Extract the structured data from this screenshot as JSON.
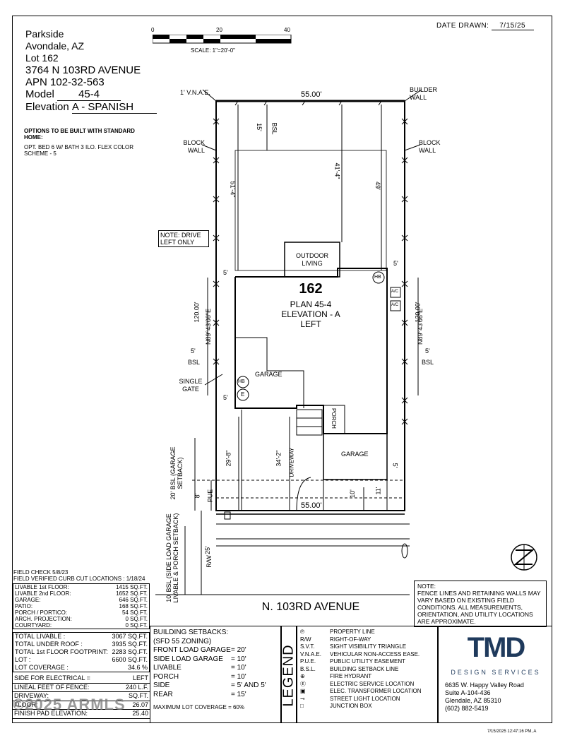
{
  "header": {
    "community": "Parkside",
    "city": "Avondale, AZ",
    "lot": "Lot 162",
    "address": "3764 N 103RD AVENUE",
    "apn": "APN 102-32-563",
    "model_label": "Model",
    "model_value": "45-4",
    "elevation_label": "Elevation",
    "elevation_value": "A - SPANISH",
    "options_title": "OPTIONS TO BE BUILT WITH STANDARD HOME:",
    "options_text": "OPT. BED 6 W/ BATH 3 ILO. FLEX COLOR SCHEME - 5",
    "date_label": "DATE DRAWN:",
    "date_value": "7/15/25"
  },
  "scale": {
    "ticks": [
      "0",
      "20",
      "40"
    ],
    "label": "SCALE: 1\"=20'-0\""
  },
  "plan": {
    "lot_number": "162",
    "plan_name": "PLAN 45-4",
    "elevation": "ELEVATION - A",
    "orientation": "LEFT",
    "rear_width": "55.00'",
    "front_width": "55.00'",
    "vnae": "1' V.N.A.E.",
    "builder_wall": "BUILDER WALL",
    "block_wall_left": "BLOCK WALL",
    "block_wall_right": "BLOCK WALL",
    "rear_bsl": "15'",
    "rear_bsl_label": "BSL",
    "dim_51": "51'-4\"",
    "dim_41": "41'-4\"",
    "dim_49": "49'",
    "note_drive": "NOTE: DRIVE LEFT ONLY",
    "outdoor_living": "OUTDOOR LIVING",
    "hb": "HB",
    "ac": "A/C",
    "depth_left": "120.00'",
    "bearing_left": "N89°43'08\"E",
    "depth_right": "120.00'",
    "bearing_right": "N89°43'08\"E",
    "side_left": "5'",
    "side_left_bsl": "BSL",
    "side_right": "5'",
    "side_right_bsl": "BSL",
    "gap_left": "5'",
    "gap_right": "5'",
    "garage1": "GARAGE",
    "garage2": "GARAGE",
    "porch": "PORCH",
    "single_gate": "SINGLE GATE",
    "e_symbol": "E",
    "dim_29": "29'-8\"",
    "dim_34": "34'-2\"",
    "driveway": "DRIVEWAY",
    "dim_10": "10'",
    "dim_11": "11'",
    "dim_5b": "5'",
    "bsl_20": "20' BSL (GARAGE SETBACK)",
    "pue_8": "8'",
    "pue": "PUE",
    "bsl_10": "10' BSL (SIDE LOAD GARAGE LIVABLE & PORCH SETBACK)",
    "rw_25": "25'",
    "rw": "R/W",
    "street": "N. 103RD AVENUE"
  },
  "field_check": {
    "line1": "FIELD CHECK 5/8/23",
    "line2": "FIELD VERIFIED CURB CUT LOCATIONS : 1/18/24"
  },
  "areas": [
    {
      "label": "LIVABLE 1st FLOOR:",
      "value": "1415 SQ.FT."
    },
    {
      "label": "LIVABLE 2nd FLOOR:",
      "value": "1652 SQ.FT."
    },
    {
      "label": "GARAGE:",
      "value": "646 SQ.FT."
    },
    {
      "label": "PATIO:",
      "value": "168 SQ.FT."
    },
    {
      "label": "PORCH / PORTICO:",
      "value": "54 SQ.FT."
    },
    {
      "label": "ARCH. PROJECTION:",
      "value": "0 SQ.FT."
    },
    {
      "label": "COURTYARD:",
      "value": "0 SQ.FT."
    }
  ],
  "totals": [
    {
      "label": "TOTAL LIVABLE :",
      "value": "3067 SQ.FT."
    },
    {
      "label": "TOTAL UNDER ROOF :",
      "value": "3935 SQ.FT."
    },
    {
      "label": "TOTAL 1st FLOOR FOOTPRINT:",
      "value": "2283 SQ.FT."
    },
    {
      "label": "LOT :",
      "value": "6600 SQ.FT."
    },
    {
      "label": "LOT COVERAGE :",
      "value": "34.6 %"
    }
  ],
  "misc": [
    {
      "label": "SIDE FOR ELECTRICAL =",
      "value": "LEFT"
    },
    {
      "label": "LINEAL FEET OF FENCE:",
      "value": "240 L.F."
    },
    {
      "label": "DRIVEWAY:",
      "value": "SQ.FT."
    },
    {
      "label": "FLOOR:",
      "value": "26.07"
    },
    {
      "label": "FINISH PAD ELEVATION:",
      "value": "25.40"
    }
  ],
  "setbacks": {
    "title": "BUILDING SETBACKS:",
    "zoning": "(SFD 55 ZONING)",
    "rows": [
      {
        "label": "FRONT LOAD GARAGE",
        "value": "= 20'"
      },
      {
        "label": "SIDE LOAD GARAGE",
        "value": "= 10'"
      },
      {
        "label": "LIVABLE",
        "value": "= 10'"
      },
      {
        "label": "PORCH",
        "value": "= 10'"
      },
      {
        "label": "SIDE",
        "value": "= 5' AND 5'"
      },
      {
        "label": "REAR",
        "value": "= 15'"
      }
    ],
    "max_coverage": "MAXIMUM LOT COVERAGE = 60%"
  },
  "legend": {
    "title": "LEGEND",
    "items": [
      {
        "key": "℗",
        "desc": "PROPERTY LINE"
      },
      {
        "key": "R/W",
        "desc": "RIGHT-OF-WAY"
      },
      {
        "key": "S.V.T.",
        "desc": "SIGHT VISIBILITY TRIANGLE"
      },
      {
        "key": "V.N.A.E.",
        "desc": "VEHICULAR NON-ACCESS EASE."
      },
      {
        "key": "P.U.E.",
        "desc": "PUBLIC UTILITY EASEMENT"
      },
      {
        "key": "B.S.L.",
        "desc": "BUILDING SETBACK LINE"
      },
      {
        "key": "⊕",
        "desc": "FIRE HYDRANT"
      },
      {
        "key": "Ⓔ",
        "desc": "ELECTRIC SERVICE LOCATION"
      },
      {
        "key": "▣",
        "desc": "ELEC. TRANSFORMER LOCATION"
      },
      {
        "key": "⊸",
        "desc": "STREET LIGHT LOCATION"
      },
      {
        "key": "□",
        "desc": "JUNCTION BOX"
      }
    ]
  },
  "note": {
    "title": "NOTE:",
    "text": "FENCE LINES AND RETAINING WALLS MAY VARY BASED ON EXISTING FIELD CONDITIONS. ALL MEASUREMENTS, ORIENTATION, AND UTILITY LOCATIONS ARE APPROXIMATE."
  },
  "company": {
    "logo": "TMD",
    "tagline": "DESIGN SERVICES",
    "addr1": "6635 W. Happy Valley Road",
    "addr2": "Suite A-104-436",
    "addr3": "Glendale, AZ 85310",
    "phone": "(602) 882-5419"
  },
  "watermark": "©2025 ARMLS",
  "footer_stamp": "7/15/2025 12:47:16 PM, A"
}
